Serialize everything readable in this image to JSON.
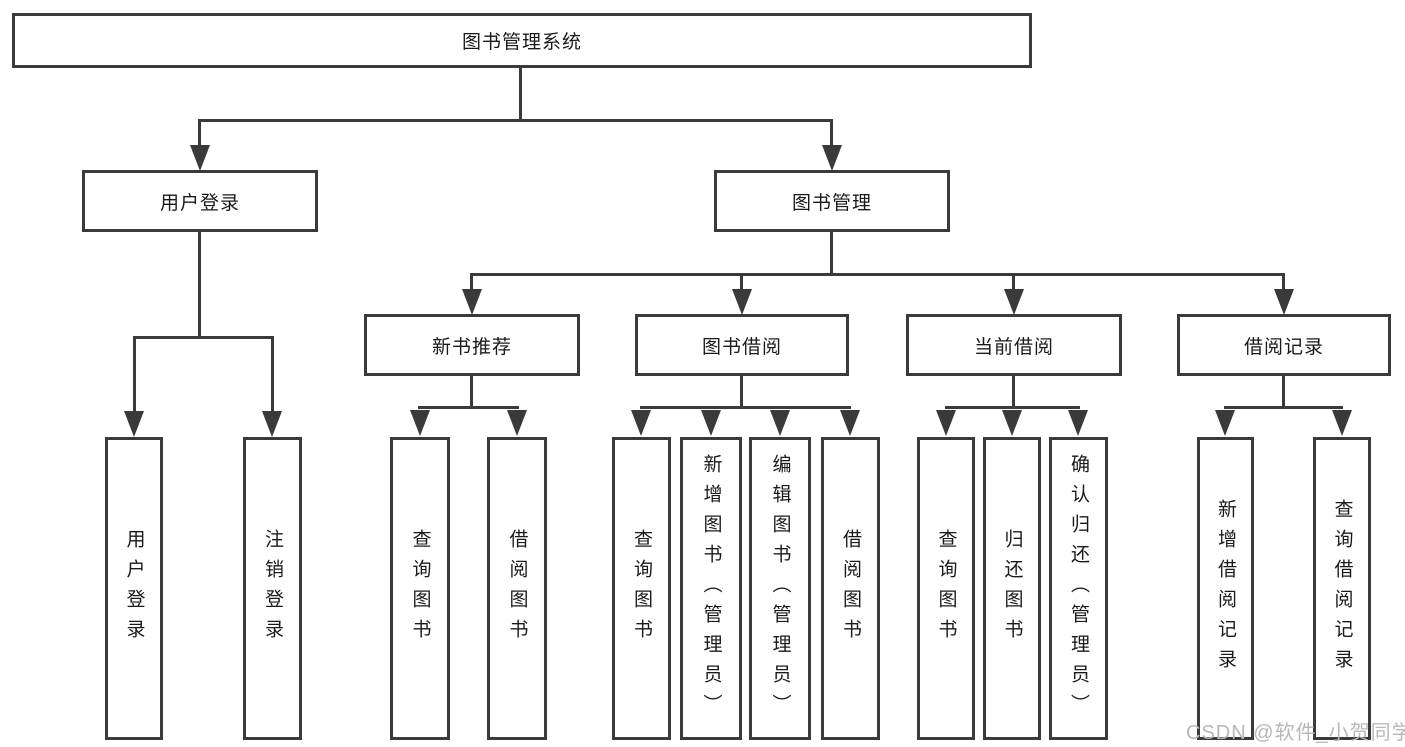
{
  "tree": {
    "root": {
      "label": "图书管理系统"
    },
    "user_login": {
      "label": "用户登录",
      "children": {
        "login": {
          "label": "用户登录"
        },
        "logout": {
          "label": "注销登录"
        }
      }
    },
    "book_management": {
      "label": "图书管理",
      "children": {
        "new_book_recommend": {
          "label": "新书推荐",
          "children": {
            "query_book": {
              "label": "查询图书"
            },
            "borrow_book": {
              "label": "借阅图书"
            }
          }
        },
        "book_borrow": {
          "label": "图书借阅",
          "children": {
            "query_book": {
              "label": "查询图书"
            },
            "add_book": {
              "label": "新增图书（管理员）"
            },
            "edit_book": {
              "label": "编辑图书（管理员）"
            },
            "borrow_book": {
              "label": "借阅图书"
            }
          }
        },
        "current_borrow": {
          "label": "当前借阅",
          "children": {
            "query_book": {
              "label": "查询图书"
            },
            "return_book": {
              "label": "归还图书"
            },
            "confirm_return": {
              "label": "确认归还（管理员）"
            }
          }
        },
        "borrow_records": {
          "label": "借阅记录",
          "children": {
            "add_record": {
              "label": "新增借阅记录"
            },
            "query_record": {
              "label": "查询借阅记录"
            }
          }
        }
      }
    }
  },
  "watermark": {
    "text": "CSDN @软件_小贺同学"
  },
  "colors": {
    "line": "#3a3a3a",
    "border": "#3a3a3a",
    "text": "#1a1a1a",
    "watermark": "#b8b8b8",
    "background": "#ffffff"
  }
}
